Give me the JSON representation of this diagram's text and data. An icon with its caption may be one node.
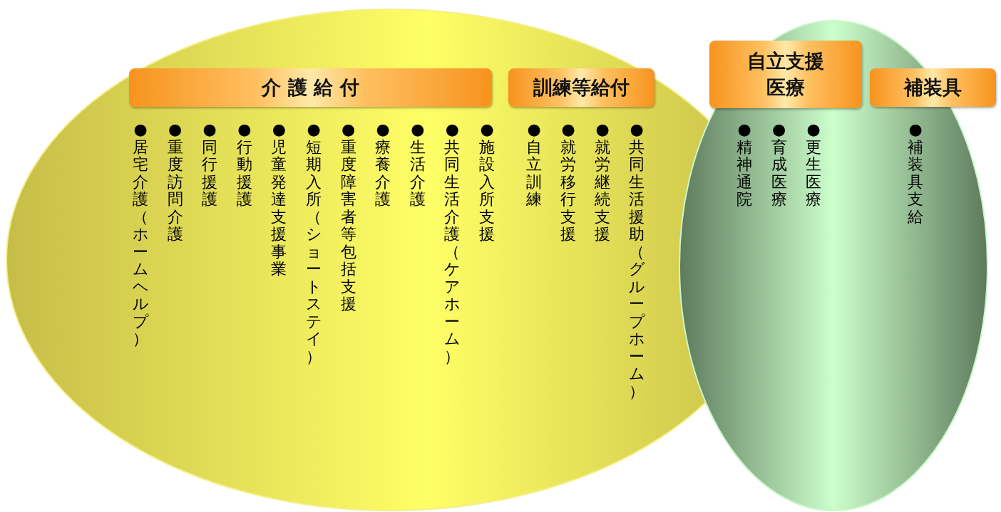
{
  "diagram": {
    "nodes": [
      {
        "text": [],
        "shape": "ellipse"
      },
      {
        "text": [
          "介 護 給 付"
        ],
        "in": 0,
        "beside": [
          "●居宅介護（ホームヘルプ）",
          "●重度訪問介護",
          "●同行援護",
          "●行動援護",
          "●児童発達支援事業",
          "●短期入所（ショートステイ）",
          "●重度障害者等包括支援",
          "●療養介護",
          "●生活介護",
          "●共同生活介護（ケアホーム）",
          "●施設入所支援"
        ]
      },
      {
        "text": [
          "訓練等給付"
        ],
        "in": 0,
        "beside": [
          "●自立訓練",
          "●就労移行支援",
          "●就労継続支援",
          "●共同生活援助（グループホーム）"
        ]
      },
      {
        "text": [],
        "shape": "ellipse"
      },
      {
        "text": [
          "自立支援医療"
        ],
        "in": 3,
        "beside": [
          "●精神通院",
          "●育成医療",
          "●更生医療"
        ]
      },
      {
        "text": [
          "補装具"
        ],
        "beside": [
          "●補装具支給"
        ]
      }
    ],
    "edges": []
  }
}
